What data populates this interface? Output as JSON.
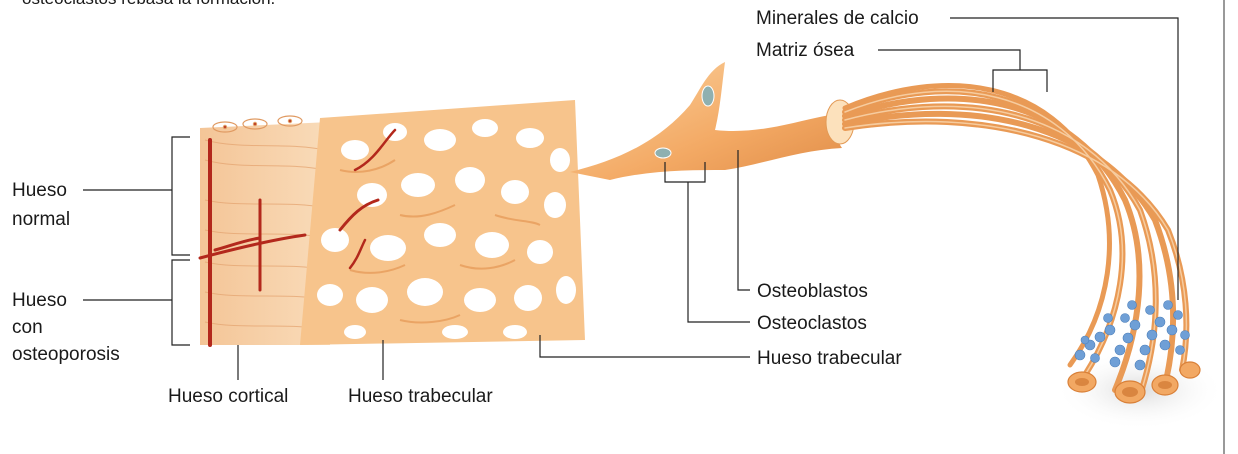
{
  "caption_fragment": "osteoclastos rebasa la formación.",
  "labels": {
    "hueso_normal": [
      "Hueso",
      "normal"
    ],
    "hueso_osteoporosis": [
      "Hueso",
      "con",
      "osteoporosis"
    ],
    "hueso_cortical": "Hueso cortical",
    "hueso_trabecular_bottom": "Hueso trabecular",
    "minerales_de_calcio": "Minerales de calcio",
    "matriz_osea": "Matriz ósea",
    "osteoblastos": "Osteoblastos",
    "osteoclastos": "Osteoclastos",
    "hueso_trabecular_right": "Hueso trabecular"
  },
  "colors": {
    "bone_light": "#f6c89a",
    "bone_mid": "#f0a665",
    "bone_dark": "#d9823f",
    "vessel": "#b3281c",
    "collagen": "#e99a55",
    "calcium": "#6f9fd6",
    "cell": "#7fa6a6",
    "leader": "#222222"
  }
}
